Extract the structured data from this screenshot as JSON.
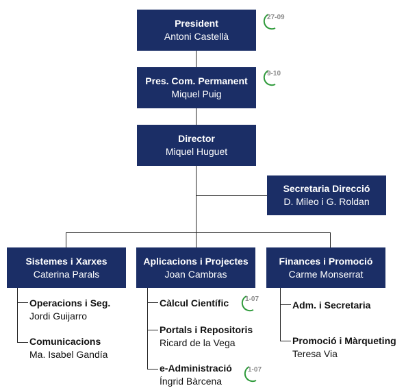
{
  "president": {
    "title": "President",
    "name": "Antoni Castellà",
    "badge": "27-09"
  },
  "permanent_committee": {
    "title": "Pres. Com. Permanent",
    "name": "Miquel Puig",
    "badge": "9-10"
  },
  "director": {
    "title": "Director",
    "name": "Miquel Huguet"
  },
  "secretariat": {
    "title": "Secretaria Direcció",
    "name": "D. Mileo i G. Roldan"
  },
  "departments": [
    {
      "title": "Sistemes i Xarxes",
      "name": "Caterina Parals",
      "units": [
        {
          "title": "Operacions i Seg.",
          "name": "Jordi Guijarro"
        },
        {
          "title": "Comunicacions",
          "name": "Ma. Isabel Gandía"
        }
      ]
    },
    {
      "title": "Aplicacions i Projectes",
      "name": "Joan Cambras",
      "units": [
        {
          "title": "Càlcul Científic",
          "name": "",
          "badge": "1-07"
        },
        {
          "title": "Portals i Repositoris",
          "name": "Ricard de la Vega"
        },
        {
          "title": "e-Administració",
          "name": "Íngrid Bàrcena",
          "badge": "1-07"
        }
      ]
    },
    {
      "title": "Finances i Promoció",
      "name": "Carme Monserrat",
      "units": [
        {
          "title": "Adm. i Secretaria",
          "name": ""
        },
        {
          "title": "Promoció i Màrqueting",
          "name": "Teresa Via"
        }
      ]
    }
  ],
  "colors": {
    "box": "#1b2e66",
    "badge_arc": "#2e9a3a",
    "badge_text": "#8a8a8a",
    "lines": "#222222"
  }
}
